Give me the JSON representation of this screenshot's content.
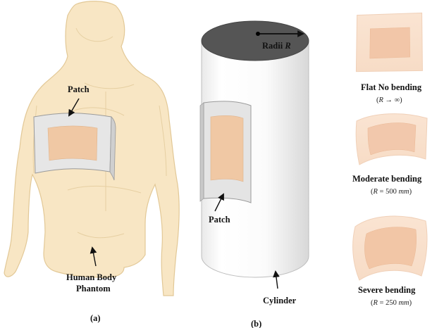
{
  "panel_a": {
    "patch_label": "Patch",
    "phantom_label_line1": "Human Body",
    "phantom_label_line2": "Phantom",
    "caption": "(a)"
  },
  "panel_b": {
    "radius_label_prefix": "Radii ",
    "radius_label_var": "R",
    "patch_label": "Patch",
    "cylinder_label": "Cylinder",
    "caption": "(b)"
  },
  "bending_cases": [
    {
      "title": "Flat No bending",
      "param_var": "R",
      "param_rest": " → ∞"
    },
    {
      "title": "Moderate bending",
      "param_var": "R",
      "param_eq": " = 500 ",
      "param_unit": "mm"
    },
    {
      "title": "Severe bending",
      "param_var": "R",
      "param_eq": " = 250 ",
      "param_unit": "mm"
    }
  ],
  "colors": {
    "body_fill": "#f8e6c4",
    "body_stroke": "#e2c896",
    "patch_substrate": "#e4e4e4",
    "patch_conductor": "#f0c8a4",
    "cylinder_top": "#555555"
  }
}
